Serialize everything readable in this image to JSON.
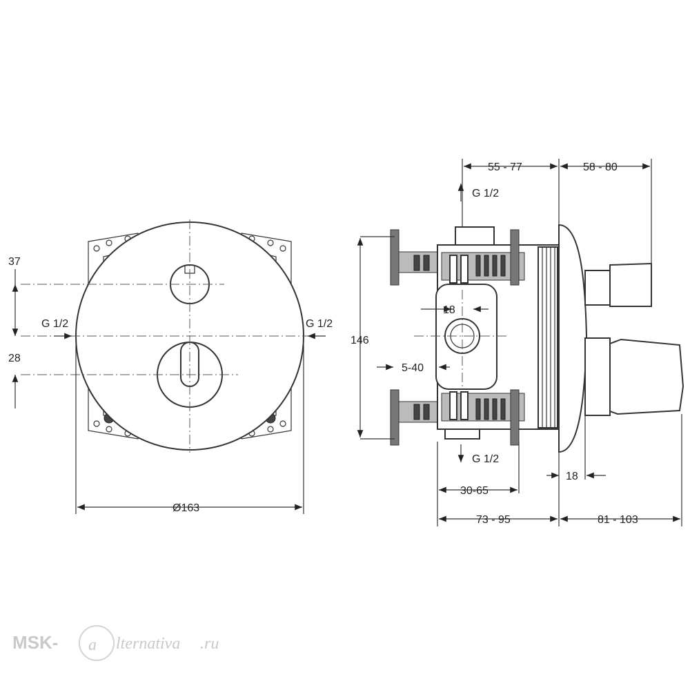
{
  "front_view": {
    "dim_37": "37",
    "dim_28": "28",
    "left_inlet": "G 1/2",
    "right_inlet": "G 1/2",
    "diameter": "Ø163"
  },
  "side_view": {
    "dim_55_77": "55 - 77",
    "dim_58_80": "58 - 80",
    "top_outlet": "G 1/2",
    "dim_146": "146",
    "dim_18_inner": "18",
    "dim_5_40": "5-40",
    "bottom_outlet": "G 1/2",
    "dim_18_outer": "18",
    "dim_30_65": "30-65",
    "dim_73_95": "73 - 95",
    "dim_81_103": "81 - 103"
  },
  "watermark": {
    "left": "MSK-",
    "symbol": "a",
    "right": "lternativa",
    "suffix": ".ru"
  }
}
